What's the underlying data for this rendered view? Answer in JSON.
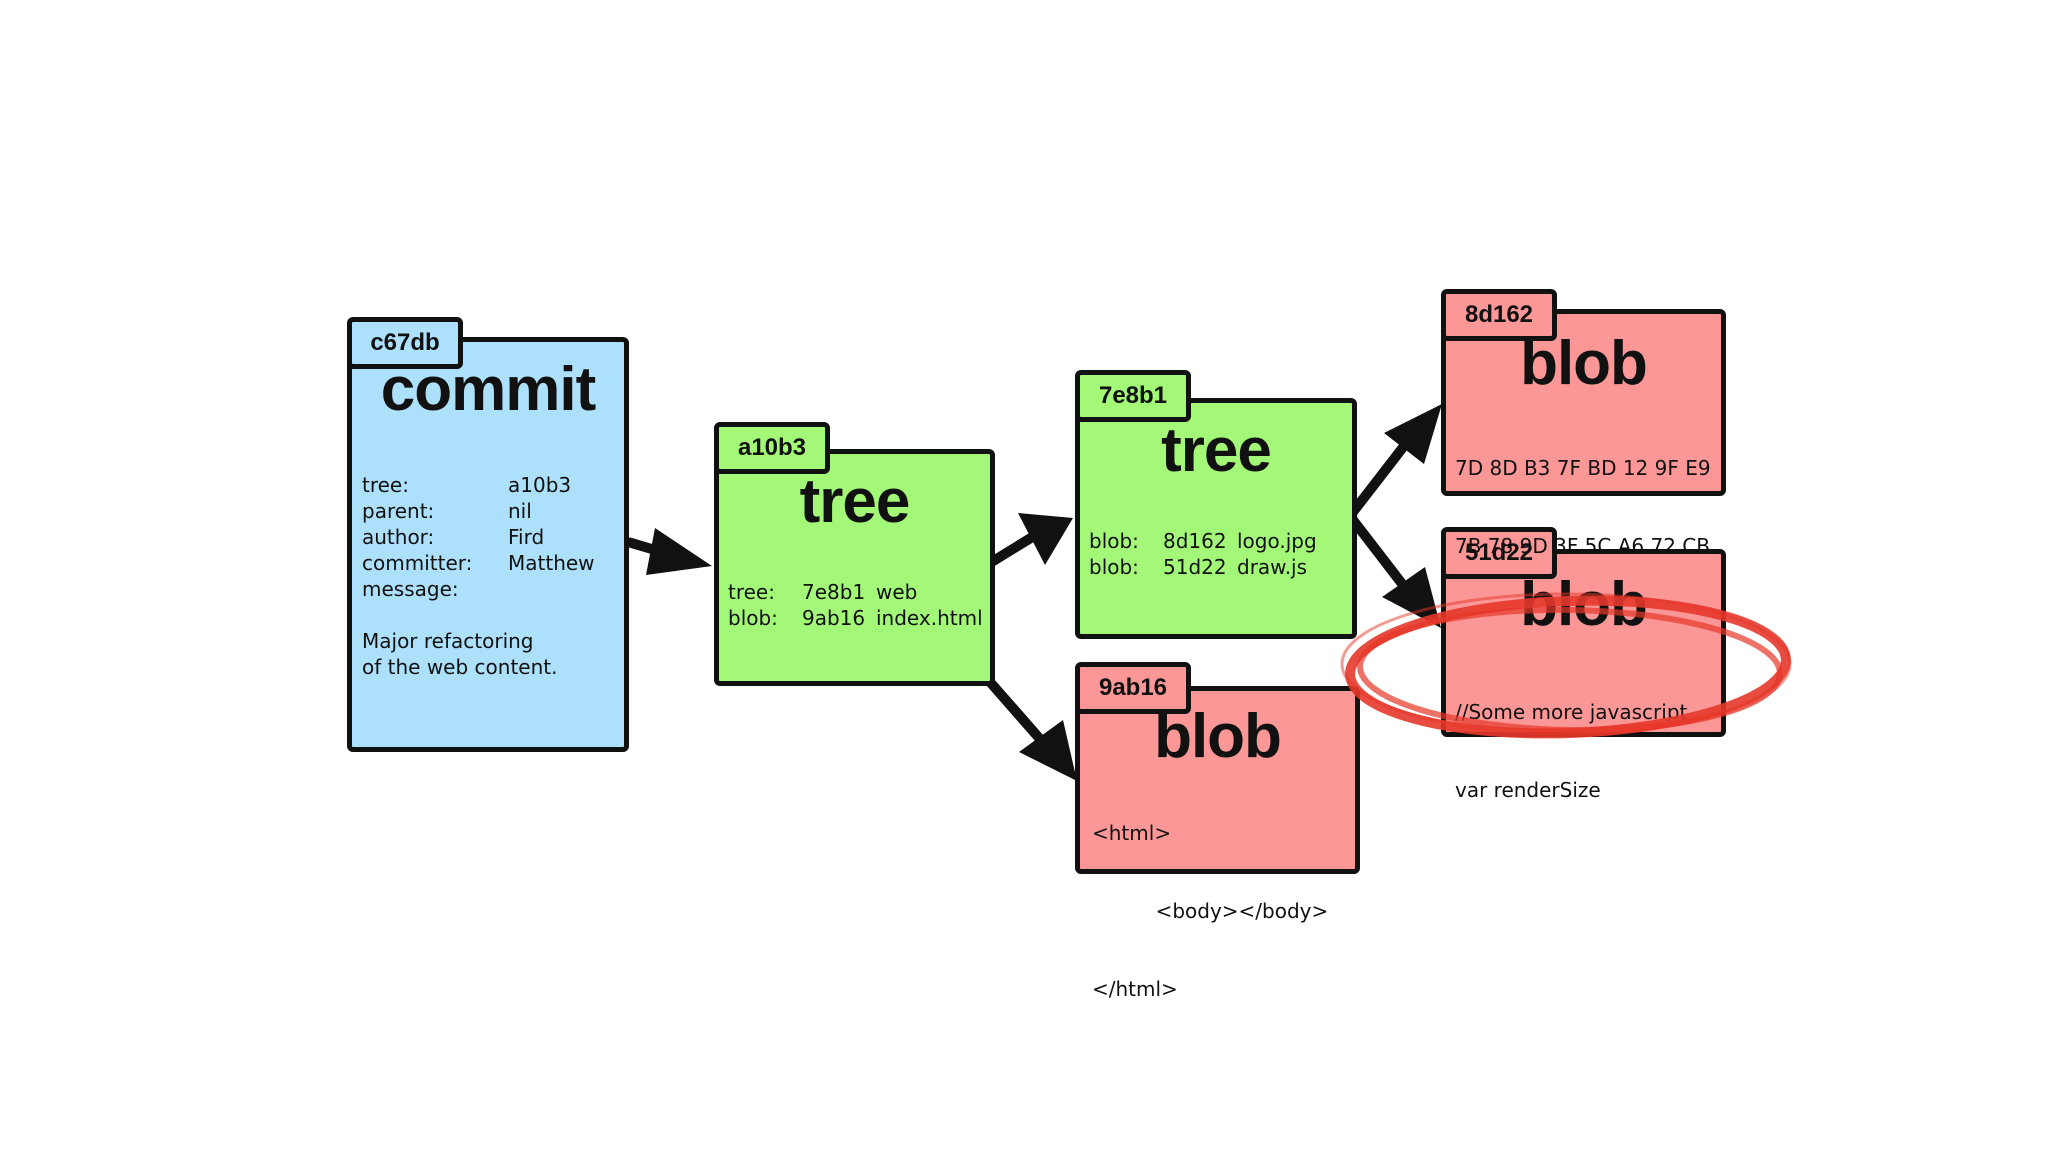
{
  "colors": {
    "commit": "#ade0fb",
    "tree": "#a3f878",
    "blob": "#fb9796",
    "outline": "#111111",
    "highlight_ring": "#e5372a"
  },
  "commit": {
    "hash": "c67db",
    "type": "commit",
    "fields": [
      {
        "key": "tree:",
        "value": "a10b3"
      },
      {
        "key": "parent:",
        "value": "nil"
      },
      {
        "key": "author:",
        "value": "Fird"
      },
      {
        "key": "committer:",
        "value": "Matthew"
      },
      {
        "key": "message:",
        "value": ""
      }
    ],
    "message_lines": [
      "Major refactoring",
      "of the web content."
    ]
  },
  "tree_a10b3": {
    "hash": "a10b3",
    "type": "tree",
    "entries": [
      {
        "kind": "tree:",
        "hash": "7e8b1",
        "name": "web"
      },
      {
        "kind": "blob:",
        "hash": "9ab16",
        "name": "index.html"
      }
    ]
  },
  "tree_7e8b1": {
    "hash": "7e8b1",
    "type": "tree",
    "entries": [
      {
        "kind": "blob:",
        "hash": "8d162",
        "name": "logo.jpg"
      },
      {
        "kind": "blob:",
        "hash": "51d22",
        "name": "draw.js"
      }
    ]
  },
  "blob_9ab16": {
    "hash": "9ab16",
    "type": "blob",
    "lines": [
      "<html>",
      "          <body></body>",
      "</html>"
    ]
  },
  "blob_8d162": {
    "hash": "8d162",
    "type": "blob",
    "lines": [
      "7D 8D B3 7F BD 12 9F E9",
      "7B 78 9D 3F 5C A6 72 CB"
    ]
  },
  "blob_51d22": {
    "hash": "51d22",
    "type": "blob",
    "lines": [
      "//Some more javascript",
      "var renderSize"
    ]
  }
}
